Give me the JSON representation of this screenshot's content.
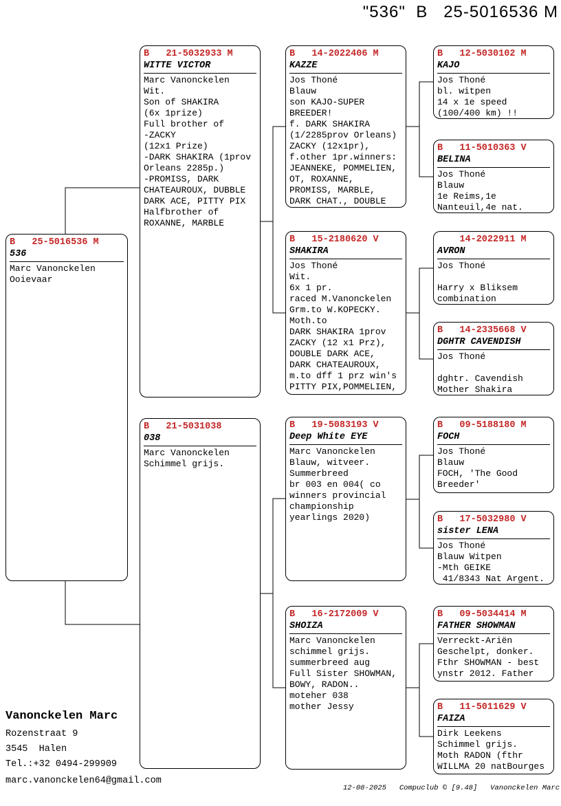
{
  "title": "\"536\"  B   25-5016536 M",
  "colors": {
    "ring_red": "#c42727",
    "border": "#000000",
    "background": "#ffffff"
  },
  "boxes": {
    "subject": {
      "ring": "B   25-5016536 M",
      "name": "536",
      "body": "Marc Vanonckelen\nOoievaar"
    },
    "sire": {
      "ring": "B   21-5032933 M",
      "name": "WITTE VICTOR",
      "body": "Marc Vanonckelen\nWit.\nSon of SHAKIRA\n(6x 1prize)\nFull brother of\n-ZACKY\n(12x1 Prize)\n-DARK SHAKIRA (1prov\nOrleans 2285p.)\n-PROMISS, DARK\nCHATEAUROUX, DUBBLE\nDARK ACE, PITTY PIX\nHalfbrother of\nROXANNE, MARBLE"
    },
    "dam": {
      "ring": "B   21-5031038",
      "name": "038",
      "body": "Marc Vanonckelen\nSchimmel grijs."
    },
    "sire_sire": {
      "ring": "B   14-2022406 M",
      "name": "KAZZE",
      "body": "Jos Thoné\nBlauw\nson KAJO-SUPER\nBREEDER!\nf. DARK SHAKIRA\n(1/2285prov Orleans)\nZACKY (12x1pr),\nf.other 1pr.winners:\nJEANNEKE, POMMELIEN,\nOT, ROXANNE,\nPROMISS, MARBLE,\nDARK CHAT., DOUBLE"
    },
    "sire_dam": {
      "ring": "B   15-2180620 V",
      "name": "SHAKIRA",
      "body": "Jos Thoné\nWit.\n6x 1 pr.\nraced M.Vanonckelen\nGrm.to W.KOPECKY.\nMoth.to\nDARK SHAKIRA 1prov\nZACKY (12 x1 Prz),\nDOUBLE DARK ACE,\nDARK CHATEAUROUX,\nm.to dff 1 prz win's\nPITTY PIX,POMMELIEN,"
    },
    "dam_sire": {
      "ring": "B   19-5083193 V",
      "name": "Deep White EYE",
      "body": "Marc Vanonckelen\nBlauw, witveer.\nSummerbreed\nbr 003 en 004( co\nwinners provincial\nchampionship\nyearlings 2020)"
    },
    "dam_dam": {
      "ring": "B   16-2172009 V",
      "name": "SHOIZA",
      "body": "Marc Vanonckelen\nschimmel grijs.\nsummerbreed aug\nFull Sister SHOWMAN,\nBOWY, RADON..\nmoteher 038\nmother Jessy"
    },
    "g4_1": {
      "ring": "B   12-5030102 M",
      "name": "KAJO",
      "body": "Jos Thoné\nbl. witpen\n14 x 1e speed\n(100/400 km) !!"
    },
    "g4_2": {
      "ring": "B   11-5010363 V",
      "name": "BELINA",
      "body": "Jos Thoné\nBlauw\n1e Reims,1e\nNanteuil,4e nat."
    },
    "g4_3": {
      "ring": "    14-2022911 M",
      "name": "AVRON",
      "body": "Jos Thoné\n\nHarry x Bliksem\ncombination"
    },
    "g4_4": {
      "ring": "B   14-2335668 V",
      "name": "DGHTR CAVENDISH",
      "body": "Jos Thoné\n\ndghtr. Cavendish\nMother Shakira"
    },
    "g4_5": {
      "ring": "B   09-5188180 M",
      "name": "FOCH",
      "body": "Jos Thoné\nBlauw\nFOCH, 'The Good\nBreeder'"
    },
    "g4_6": {
      "ring": "B   17-5032980 V",
      "name": "sister LENA",
      "body": "Jos Thoné\nBlauw Witpen\n-Mth GEIKE\n 41/8343 Nat Argent."
    },
    "g4_7": {
      "ring": "B   09-5034414 M",
      "name": "FATHER SHOWMAN",
      "body": "Verreckt-Ariën\nGeschelpt, donker.\nFthr SHOWMAN - best\nynstr 2012. Father"
    },
    "g4_8": {
      "ring": "B   11-5011629 V",
      "name": "FAIZA",
      "body": "Dirk Leekens\nSchimmel grijs.\nMoth RADON (fthr\nWILLMA 20 natBourges"
    }
  },
  "footer": {
    "owner": "Vanonckelen Marc",
    "address_line1": "Rozenstraat 9",
    "address_line2": "3545  Halen",
    "phone": "Tel.:+32 0494-299909",
    "email": "marc.vanonckelen64@gmail.com",
    "credits": "12-08-2025   Compuclub © [9.48]   Vanonckelen Marc"
  }
}
